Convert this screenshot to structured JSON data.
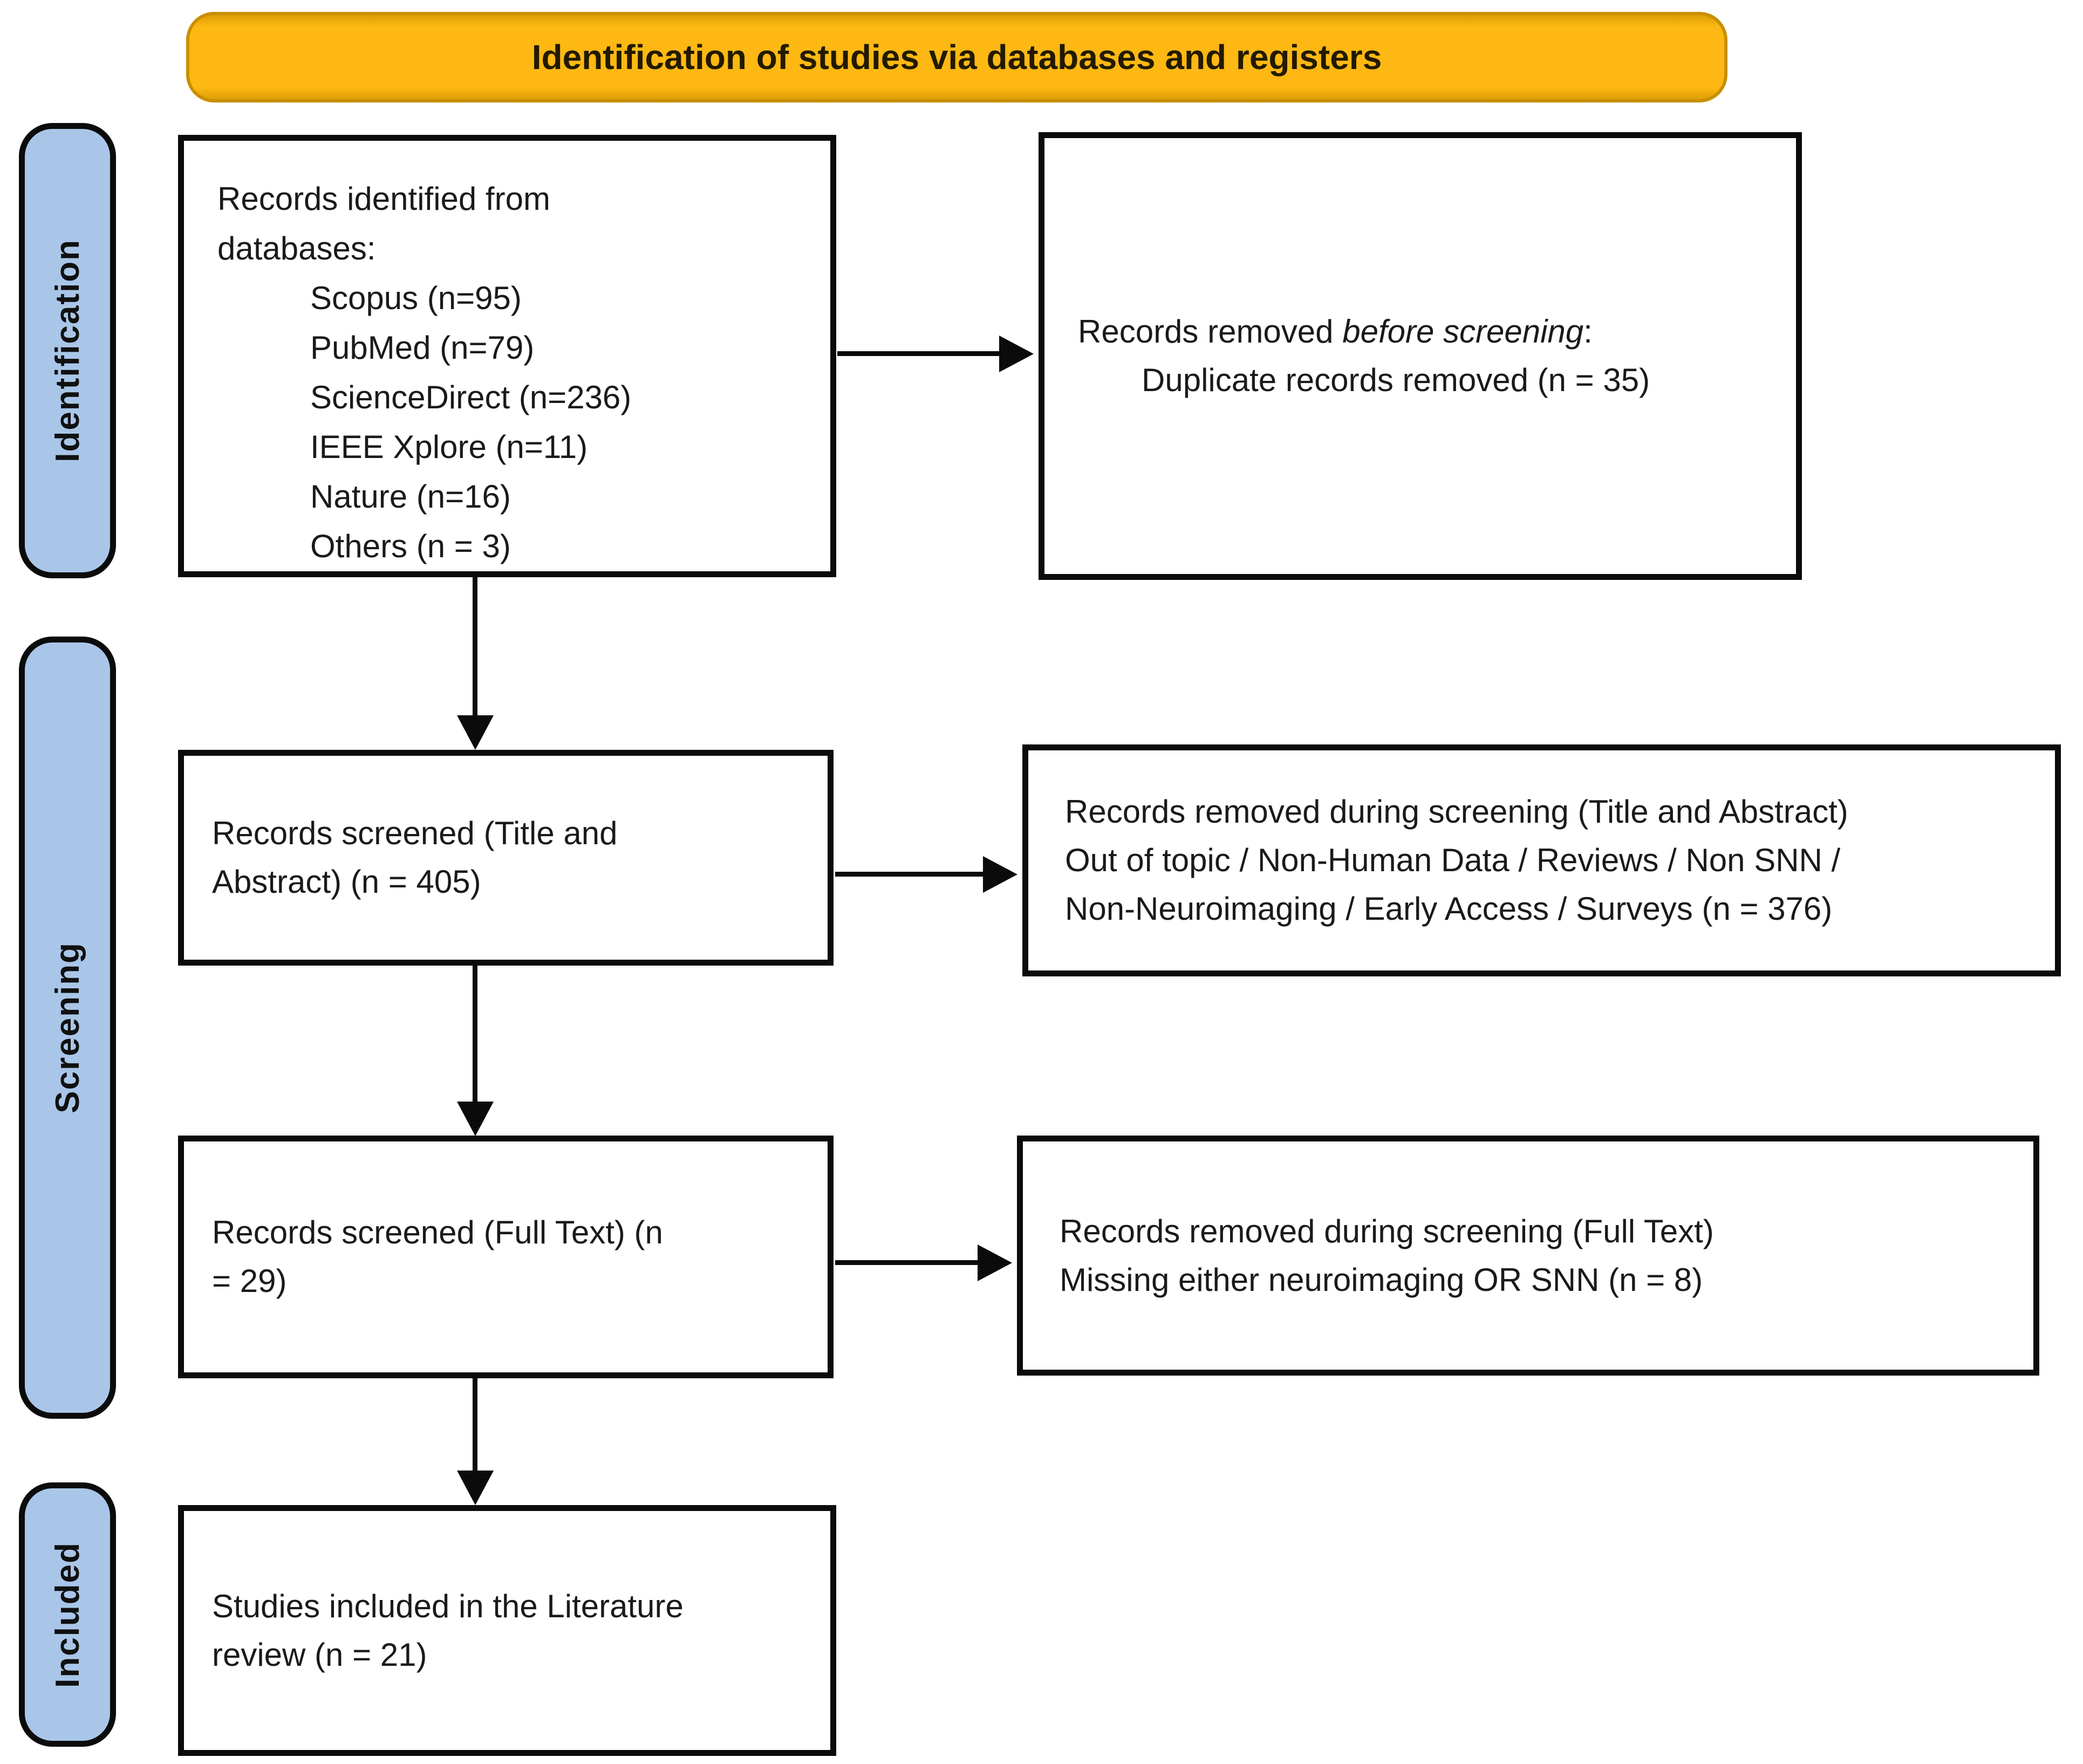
{
  "banner": {
    "label": "Identification of studies via databases and registers"
  },
  "stages": [
    {
      "label": "Identification"
    },
    {
      "label": "Screening"
    },
    {
      "label": "Included"
    }
  ],
  "boxes": {
    "identified": {
      "lines": [
        "Records identified from",
        "databases:"
      ],
      "items": [
        "Scopus (n=95)",
        "PubMed (n=79)",
        "ScienceDirect (n=236)",
        "IEEE Xplore (n=11)",
        "Nature (n=16)",
        "Others (n = 3)"
      ]
    },
    "removed_before_screening": {
      "line1_prefix": "Records removed ",
      "line1_italic": "before screening",
      "line1_suffix": ":",
      "line2": "Duplicate records removed (n = 35)"
    },
    "screened_title_abstract": {
      "lines": [
        "Records screened (Title and",
        "Abstract) (n = 405)"
      ]
    },
    "removed_title_abstract": {
      "lines": [
        "Records removed during screening (Title and Abstract)",
        "Out of topic / Non-Human Data / Reviews / Non SNN /",
        "Non-Neuroimaging / Early Access / Surveys (n = 376)"
      ]
    },
    "screened_full_text": {
      "lines": [
        "Records screened (Full Text) (n",
        "= 29)"
      ]
    },
    "removed_full_text": {
      "lines": [
        "Records removed during screening (Full Text)",
        "Missing either neuroimaging OR SNN (n = 8)"
      ]
    },
    "included_studies": {
      "lines": [
        "Studies included in the Literature",
        "review (n = 21)"
      ]
    }
  },
  "colors": {
    "banner_fill": "#FDB813",
    "banner_border": "#C98F00",
    "banner_text": "#221A00",
    "stage_fill": "#A9C6E8",
    "line_color": "#0B0B0B",
    "box_fill": "#FFFFFF",
    "text_color": "#1A1A1A"
  }
}
